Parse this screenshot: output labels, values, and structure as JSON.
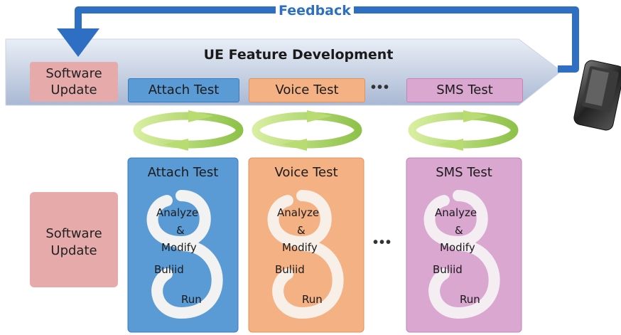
{
  "feedback_label": "Feedback",
  "banner": {
    "title": "UE Feature Development",
    "software_update": "Software Update",
    "tests": [
      "Attach Test",
      "Voice Test",
      "SMS Test"
    ],
    "ellipsis": "•••"
  },
  "lower": {
    "software_update": "Software Update",
    "ellipsis": "•••",
    "boxes": [
      {
        "title": "Attach Test",
        "analyze": "Analyze",
        "amp": "&",
        "modify": "Modify",
        "build": "Buliid",
        "run": "Run"
      },
      {
        "title": "Voice Test",
        "analyze": "Analyze",
        "amp": "&",
        "modify": "Modify",
        "build": "Buliid",
        "run": "Run"
      },
      {
        "title": "SMS Test",
        "analyze": "Analyze",
        "amp": "&",
        "modify": "Modify",
        "build": "Buliid",
        "run": "Run"
      }
    ]
  },
  "colors": {
    "blue": "#5b9bd5",
    "orange": "#f4b183",
    "pink": "#d9a7d0",
    "rose": "#e6aaaa",
    "arrow": "#2e6fc4",
    "green": "#9ccc4c"
  }
}
